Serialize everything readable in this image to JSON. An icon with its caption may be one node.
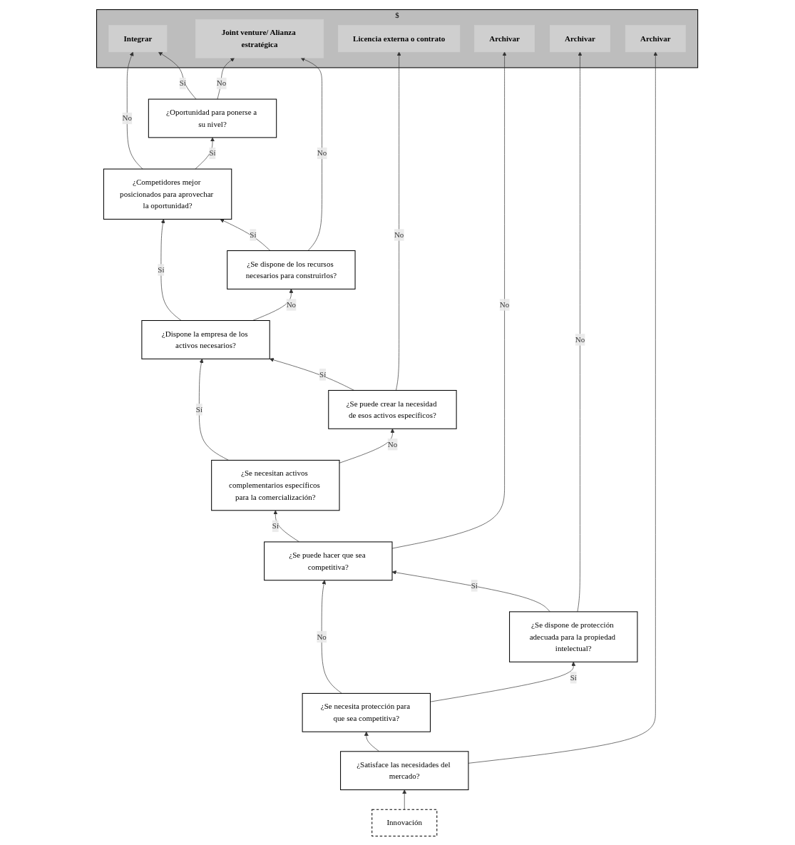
{
  "diagram": {
    "nodes": [
      {
        "text": [
          "$"
        ]
      },
      {
        "text": [
          "Integrar"
        ],
        "in": 0
      },
      {
        "text": [
          "¿Competidores mejor posicionados para aprovechar la oportunidad?"
        ]
      },
      {
        "text": [
          "¿Oportunidad para ponerse a su nivel?"
        ]
      },
      {
        "text": [
          "¿Se dispone de los recursos necesarios para construirlos?"
        ]
      },
      {
        "text": [
          "¿Dispone la empresa de los activos necesarios?"
        ]
      },
      {
        "text": [
          "Joint venture/ Alianza estratégica"
        ],
        "in": 0
      },
      {
        "text": [
          "¿Se puede crear la necesidad de esos activos específicos?"
        ]
      },
      {
        "text": [
          "¿Se necesitan activos complementarios específicos para la comercialización?"
        ]
      },
      {
        "text": [
          "Licencia externa o contrato"
        ],
        "in": 0
      },
      {
        "text": [
          "¿Se puede hacer que sea competitiva?"
        ]
      },
      {
        "text": [
          "Archivar"
        ],
        "in": 0
      },
      {
        "text": [
          "¿Se dispone de protección adecuada para la propiedad intelectual?"
        ]
      },
      {
        "text": [
          "¿Se necesita protección para que sea competitiva?"
        ]
      },
      {
        "text": [
          "Archivar"
        ],
        "in": 0
      },
      {
        "text": [
          "Innovación"
        ]
      },
      {
        "text": [
          "¿Satisface las necesidades del mercado?"
        ]
      },
      {
        "text": [
          "Archivar"
        ],
        "in": 0
      }
    ],
    "edges": [
      {
        "from": 2,
        "to": 1,
        "label": "No",
        "arrow": "to"
      },
      {
        "from": 2,
        "to": 3,
        "label": "Sí",
        "arrow": "to"
      },
      {
        "from": 3,
        "to": 1,
        "label": "Sí",
        "arrow": "to"
      },
      {
        "from": 3,
        "to": 6,
        "label": "No",
        "arrow": "to"
      },
      {
        "from": 4,
        "to": 2,
        "label": "Sí",
        "arrow": "to"
      },
      {
        "from": 5,
        "to": 2,
        "label": "Sí",
        "arrow": "to"
      },
      {
        "from": 5,
        "to": 4,
        "label": "No",
        "arrow": "to"
      },
      {
        "from": 4,
        "to": 6,
        "label": "No",
        "arrow": "to"
      },
      {
        "from": 7,
        "to": 5,
        "label": "Sí",
        "arrow": "to"
      },
      {
        "from": 8,
        "to": 5,
        "label": "Sí",
        "arrow": "to"
      },
      {
        "from": 8,
        "to": 7,
        "label": "No",
        "arrow": "to"
      },
      {
        "from": 7,
        "to": 9,
        "label": "No",
        "arrow": "to"
      },
      {
        "from": 10,
        "to": 8,
        "label": "Sí",
        "arrow": "to"
      },
      {
        "from": 10,
        "to": 11,
        "label": "No",
        "arrow": "to"
      },
      {
        "from": 12,
        "to": 10,
        "label": "Sí",
        "arrow": "to"
      },
      {
        "from": 13,
        "to": 10,
        "label": "No",
        "arrow": "to"
      },
      {
        "from": 13,
        "to": 12,
        "label": "Sí",
        "arrow": "to"
      },
      {
        "from": 12,
        "to": 14,
        "label": "No",
        "arrow": "to"
      },
      {
        "from": 15,
        "to": 16,
        "arrow": "to"
      },
      {
        "from": 16,
        "to": 13,
        "arrow": "to"
      },
      {
        "from": 16,
        "to": 17,
        "arrow": "to"
      }
    ]
  }
}
